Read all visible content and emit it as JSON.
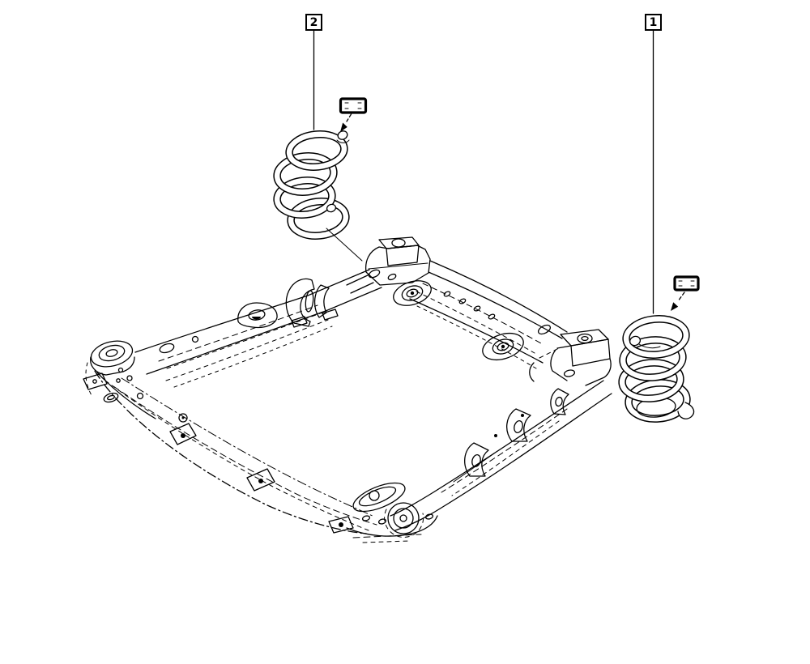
{
  "page": {
    "background_color": "#ffffff",
    "line_color": "#000000"
  },
  "callouts": [
    {
      "label": "2",
      "target": "coil-spring-left"
    },
    {
      "label": "1",
      "target": "coil-spring-right"
    }
  ],
  "components": [
    {
      "name": "coil-spring-left"
    },
    {
      "name": "spring-seat-pad-left-icon"
    },
    {
      "name": "coil-spring-right"
    },
    {
      "name": "spring-seat-pad-right-icon"
    },
    {
      "name": "front-subframe"
    }
  ]
}
